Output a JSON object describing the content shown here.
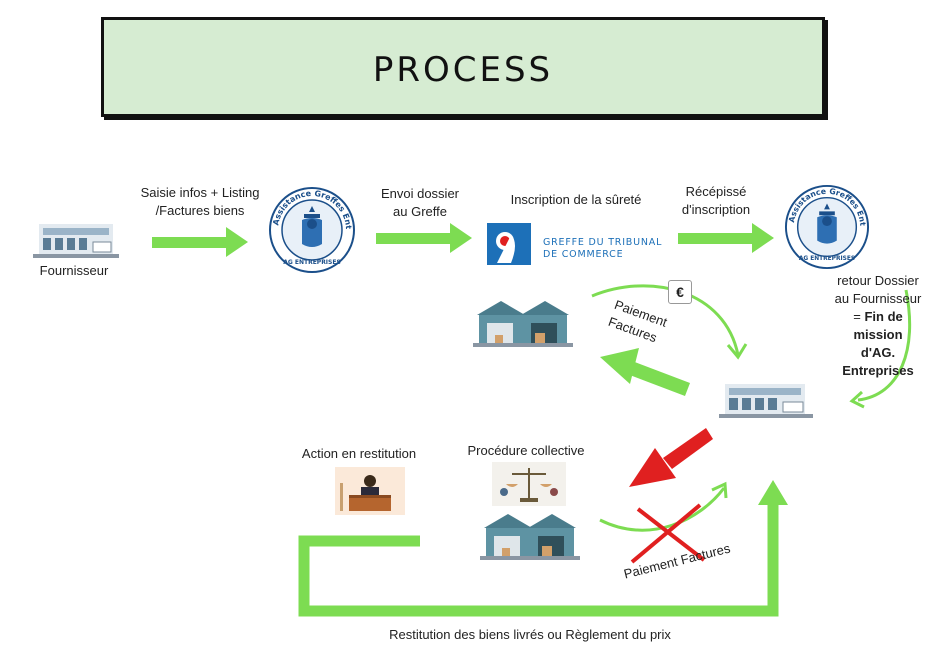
{
  "title": "PROCESS",
  "nodes": {
    "fournisseur": "Fournisseur",
    "saisie": [
      "Saisie infos + Listing",
      "/Factures biens"
    ],
    "envoi": [
      "Envoi dossier",
      "au Greffe"
    ],
    "inscription": "Inscription  de la sûreté",
    "recepisse": [
      "Récépissé",
      "d'inscription"
    ],
    "retour": [
      "retour Dossier",
      "au Fournisseur",
      "="
    ],
    "fin": [
      "Fin de",
      "mission",
      "d'AG.",
      "Entreprises"
    ],
    "paiement1": [
      "Paiement",
      "Factures"
    ],
    "euro": "€",
    "action": "Action en  restitution",
    "procedure": "Procédure collective",
    "paiement2": "Paiement Factures",
    "restitution": "Restitution des biens livrés ou Règlement du prix"
  },
  "logo": {
    "ring_text": "Assistance Greffes Entreprises",
    "bottom_text": "AG ENTREPRISES"
  },
  "greffe_logo": {
    "line1": "GREFFE DU TRIBUNAL",
    "line2": "DE COMMERCE"
  },
  "colors": {
    "green": "#7ddc52",
    "red": "#e02020",
    "title_bg": "#d6ecd2"
  }
}
